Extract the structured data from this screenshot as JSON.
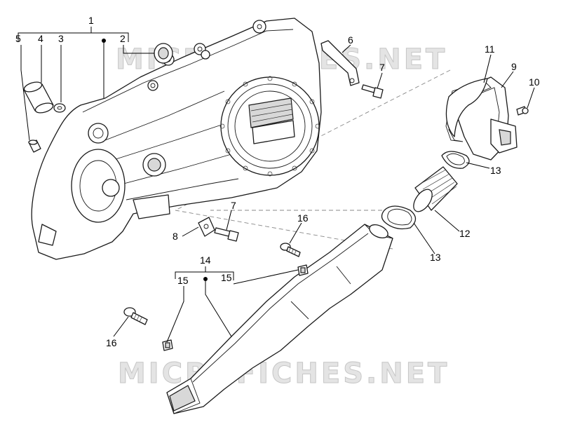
{
  "watermark": {
    "text": "MICROFICHES.NET"
  },
  "callouts": [
    {
      "id": "c1",
      "label": "1"
    },
    {
      "id": "c2",
      "label": "2"
    },
    {
      "id": "c3",
      "label": "3"
    },
    {
      "id": "c4",
      "label": "4"
    },
    {
      "id": "c5",
      "label": "5"
    },
    {
      "id": "c6",
      "label": "6"
    },
    {
      "id": "c7a",
      "label": "7"
    },
    {
      "id": "c7b",
      "label": "7"
    },
    {
      "id": "c8",
      "label": "8"
    },
    {
      "id": "c9",
      "label": "9"
    },
    {
      "id": "c10",
      "label": "10"
    },
    {
      "id": "c11",
      "label": "11"
    },
    {
      "id": "c12",
      "label": "12"
    },
    {
      "id": "c13a",
      "label": "13"
    },
    {
      "id": "c13b",
      "label": "13"
    },
    {
      "id": "c14",
      "label": "14"
    },
    {
      "id": "c15a",
      "label": "15"
    },
    {
      "id": "c15b",
      "label": "15"
    },
    {
      "id": "c16a",
      "label": "16"
    },
    {
      "id": "c16b",
      "label": "16"
    }
  ]
}
